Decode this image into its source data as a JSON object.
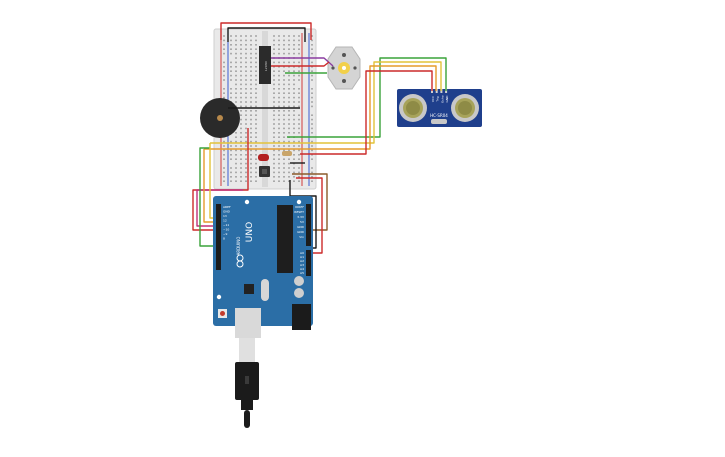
{
  "canvas": {
    "background": "#ffffff"
  },
  "arduino": {
    "board_color": "#2b6ea6",
    "model_label": "UNO",
    "brand_label": "ARDUINO",
    "header_labels": [
      "AREF",
      "GND",
      "13",
      "12",
      "~11",
      "~10",
      "~9",
      "8"
    ],
    "power_labels": [
      "IOREF",
      "RESET",
      "3.3V",
      "5V",
      "GND",
      "GND",
      "Vin"
    ],
    "analog_labels": [
      "A0",
      "A1",
      "A2",
      "A3",
      "A4",
      "A5"
    ]
  },
  "breadboard": {
    "color": "#e9e9e9",
    "rail_red": "#d13b3b",
    "rail_blue": "#3b5bd1"
  },
  "ultrasonic": {
    "board_color": "#1f3f8c",
    "model_label": "HC-SR04",
    "pin_labels": [
      "VCC",
      "Trig",
      "Echo",
      "GND"
    ]
  },
  "ic_chip": {
    "label": "L293D"
  },
  "buzzer": {
    "color": "#2a2a2a"
  },
  "motor": {
    "color": "#d4d4d4",
    "shaft_color": "#f2d04a"
  },
  "led": {
    "color": "#b32020"
  },
  "resistor": {
    "color": "#c9a56a"
  },
  "usb_cable": {
    "color": "#1b1b1b"
  },
  "wire_colors": {
    "red": "#cc2a2a",
    "black": "#1b1b1b",
    "green": "#3aa33a",
    "orange": "#e59b2d",
    "yellow": "#e2c33a",
    "purple": "#8a3ca0",
    "magenta": "#c2317a",
    "brown": "#8b5a2b"
  }
}
